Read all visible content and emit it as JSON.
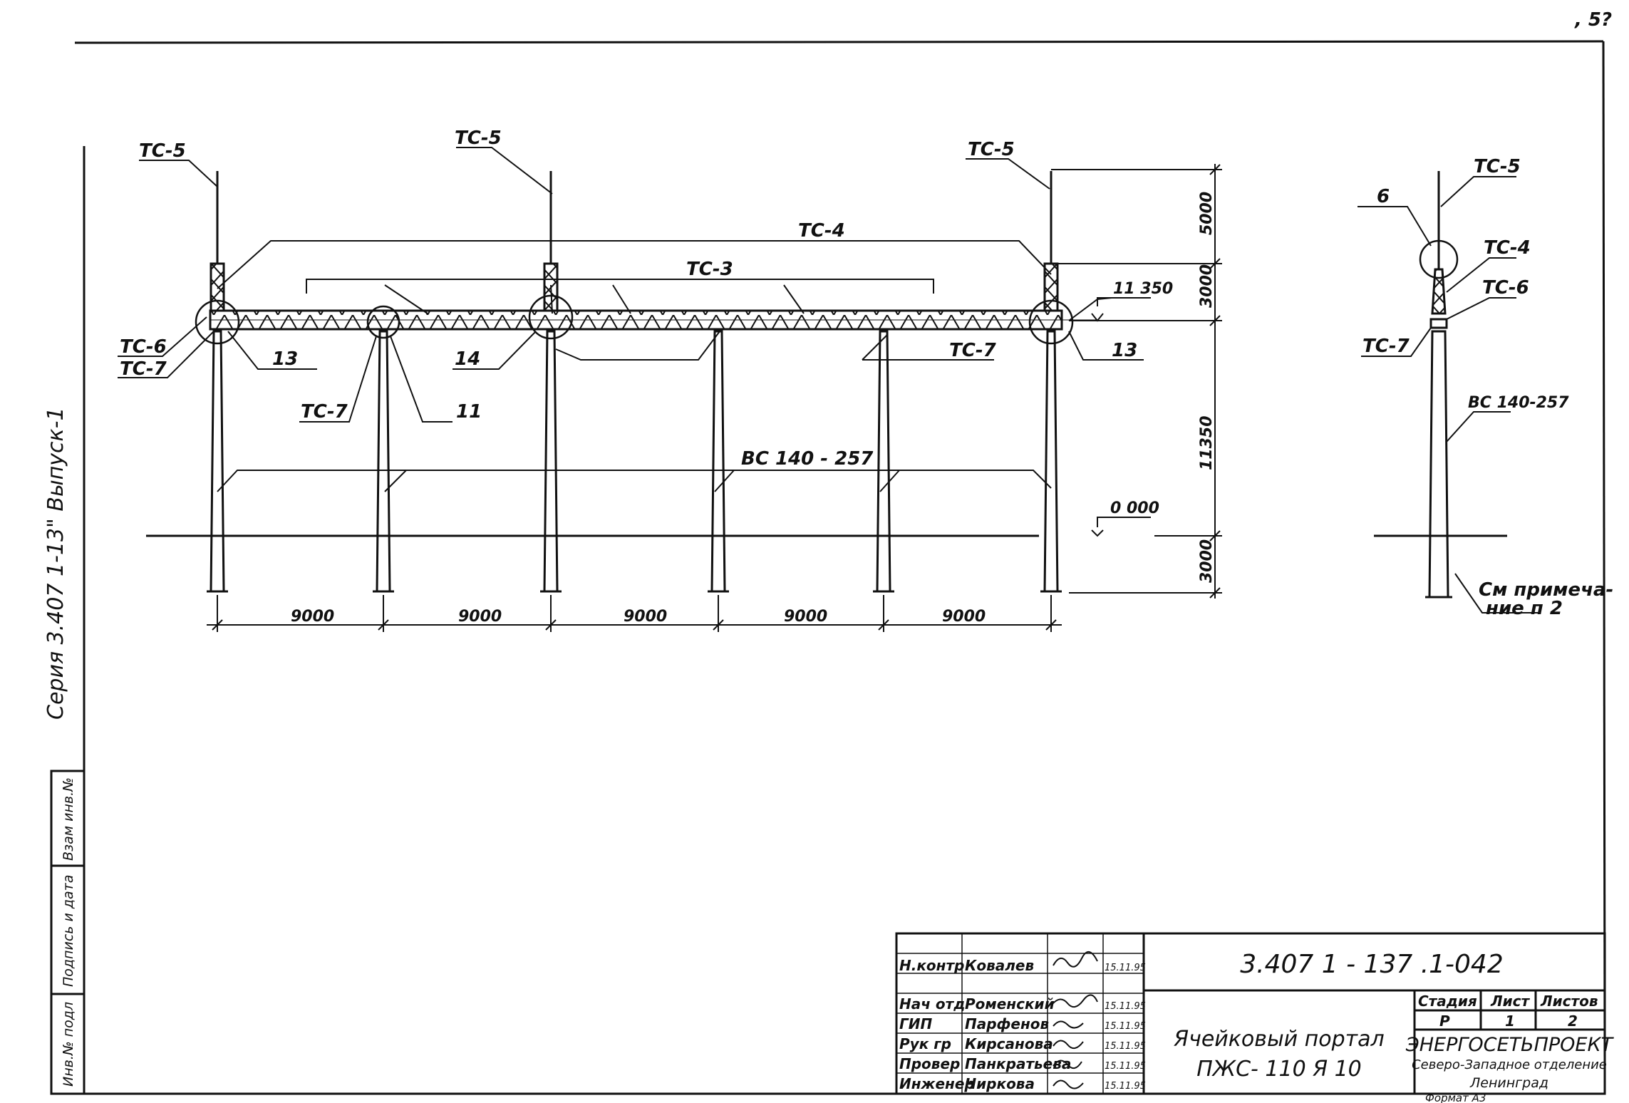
{
  "page_number": ", 5?",
  "series_text": "Серия 3.407 1-13\" Выпуск-1",
  "left_stamp": {
    "inv_podl": "Инв.№ подл",
    "podpis_data": "Подпись и дата",
    "vzam_inv": "Взам инв.№"
  },
  "front_view": {
    "labels": {
      "tc5_a": "ТС-5",
      "tc5_b": "ТС-5",
      "tc5_c": "ТС-5",
      "tc4": "ТС-4",
      "tc3": "ТС-3",
      "tc6": "ТС-6",
      "tc7_left": "ТС-7",
      "tc7_b": "ТС-7",
      "tc7_c": "ТС-7",
      "n13_left": "13",
      "n13_right": "13",
      "n14": "14",
      "n11": "11",
      "bc": "ВС 140 - 257"
    },
    "elevations": {
      "top": "11 350",
      "ground": "0 000"
    },
    "vertical_dims": [
      "5000",
      "3000",
      "11350",
      "3000"
    ],
    "spans": [
      "9000",
      "9000",
      "9000",
      "9000",
      "9000"
    ]
  },
  "side_view": {
    "labels": {
      "tc5": "ТС-5",
      "n6": "6",
      "tc4": "ТС-4",
      "tc6": "ТС-6",
      "tc7": "ТС-7",
      "bc": "ВС 140-257",
      "note_1": "См примеча-",
      "note_2": "ние п 2"
    }
  },
  "title_block": {
    "doc_code": "3.407 1 - 137 .1-042",
    "title_line1": "Ячейковый портал",
    "title_line2": "ПЖС- 110 Я 10",
    "signers": [
      {
        "role": "Н.контр",
        "name": "Ковалев",
        "date": "15.11.95"
      },
      {
        "role": "Нач отд",
        "name": "Роменский",
        "date": "15.11.95"
      },
      {
        "role": "ГИП",
        "name": "Парфенов",
        "date": "15.11.95"
      },
      {
        "role": "Рук гр",
        "name": "Кирсанова",
        "date": "15.11.95"
      },
      {
        "role": "Провер",
        "name": "Панкратьева",
        "date": "15.11.95"
      },
      {
        "role": "Инженер",
        "name": "Чиркова",
        "date": "15.11.95"
      }
    ],
    "stage_header": "Стадия",
    "sheet_header": "Лист",
    "sheets_header": "Листов",
    "stage": "Р",
    "sheet": "1",
    "sheets": "2",
    "org_name": "ЭНЕРГОСЕТЬПРОЕКТ",
    "org_dept": "Северо-Западное отделение",
    "org_city": "Ленинград",
    "format": "Формат А3"
  }
}
